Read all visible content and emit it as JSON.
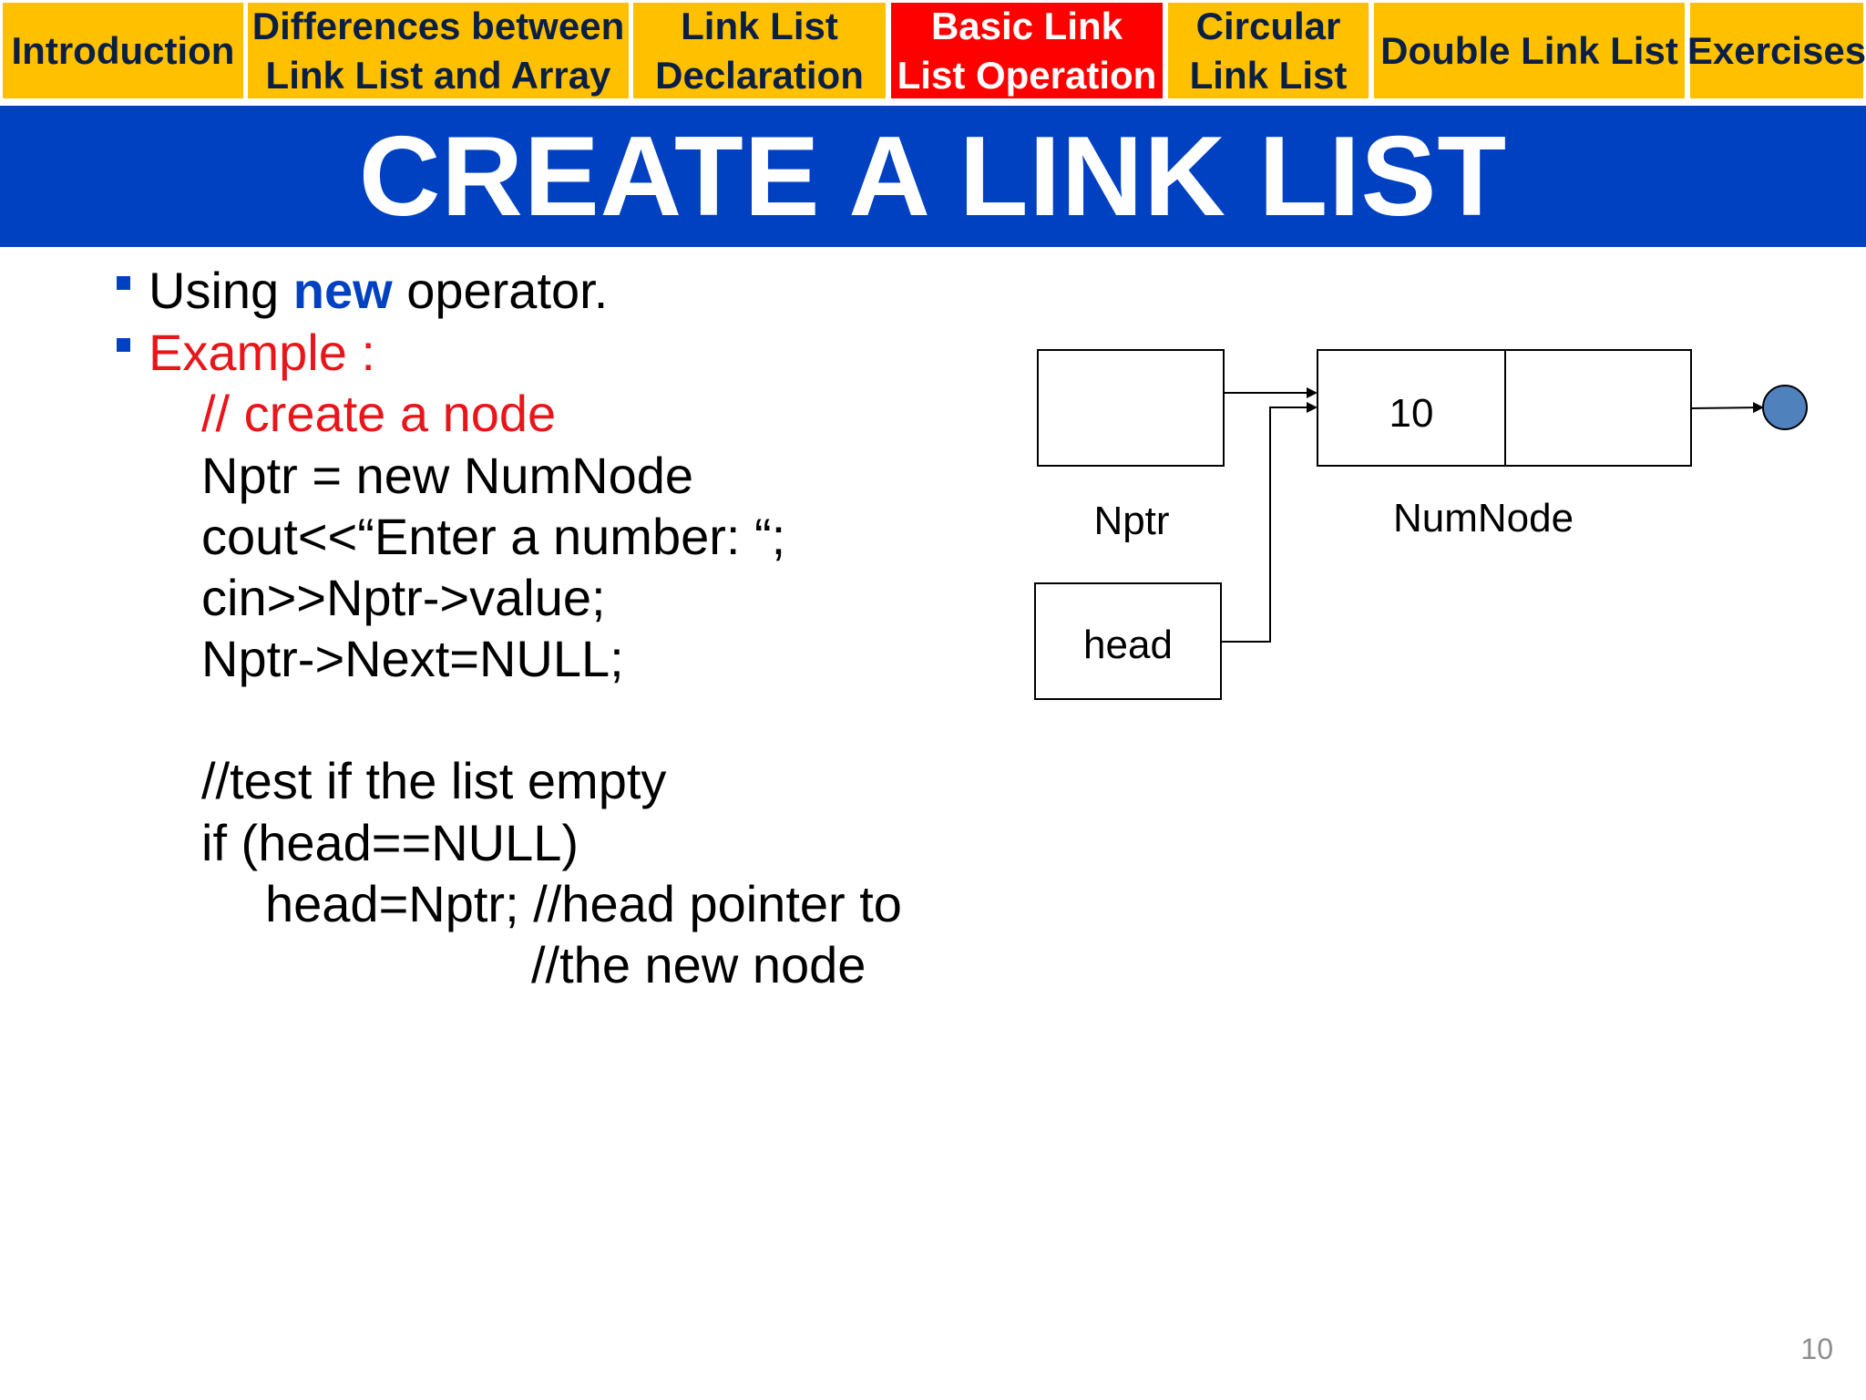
{
  "nav": {
    "tabs": [
      {
        "label": "Introduction",
        "active": false
      },
      {
        "label": "Differences between\nLink List and Array",
        "active": false
      },
      {
        "label": "Link List\nDeclaration",
        "active": false
      },
      {
        "label": "Basic Link\nList Operation",
        "active": true
      },
      {
        "label": "Circular\nLink List",
        "active": false
      },
      {
        "label": "Double Link List",
        "active": false
      },
      {
        "label": "Exercises",
        "active": false
      }
    ]
  },
  "slide": {
    "title": "CREATE A LINK LIST",
    "bullet1": {
      "prefix": "Using ",
      "keyword": "new",
      "suffix": " operator."
    },
    "bullet2": "Example :",
    "code": {
      "comment1": "// create a node",
      "line1": "Nptr = new NumNode",
      "line2": "cout<<“Enter a number: “;",
      "line3": "cin>>Nptr->value;",
      "line4": "Nptr->Next=NULL;",
      "comment2": "//test if the list empty",
      "line5": "if (head==NULL)",
      "line6": "head=Nptr; //head pointer to",
      "line7": "//the new node"
    },
    "page_number": "10"
  },
  "diagram": {
    "nptr_label": "Nptr",
    "numnode_label": "NumNode",
    "node_value": "10",
    "head_label": "head",
    "null_circle_color": "#4f81bd"
  },
  "colors": {
    "tab_bg": "#ffc000",
    "tab_active_bg": "#ff0000",
    "banner": "#0041c2",
    "red_text": "#e8161b"
  }
}
